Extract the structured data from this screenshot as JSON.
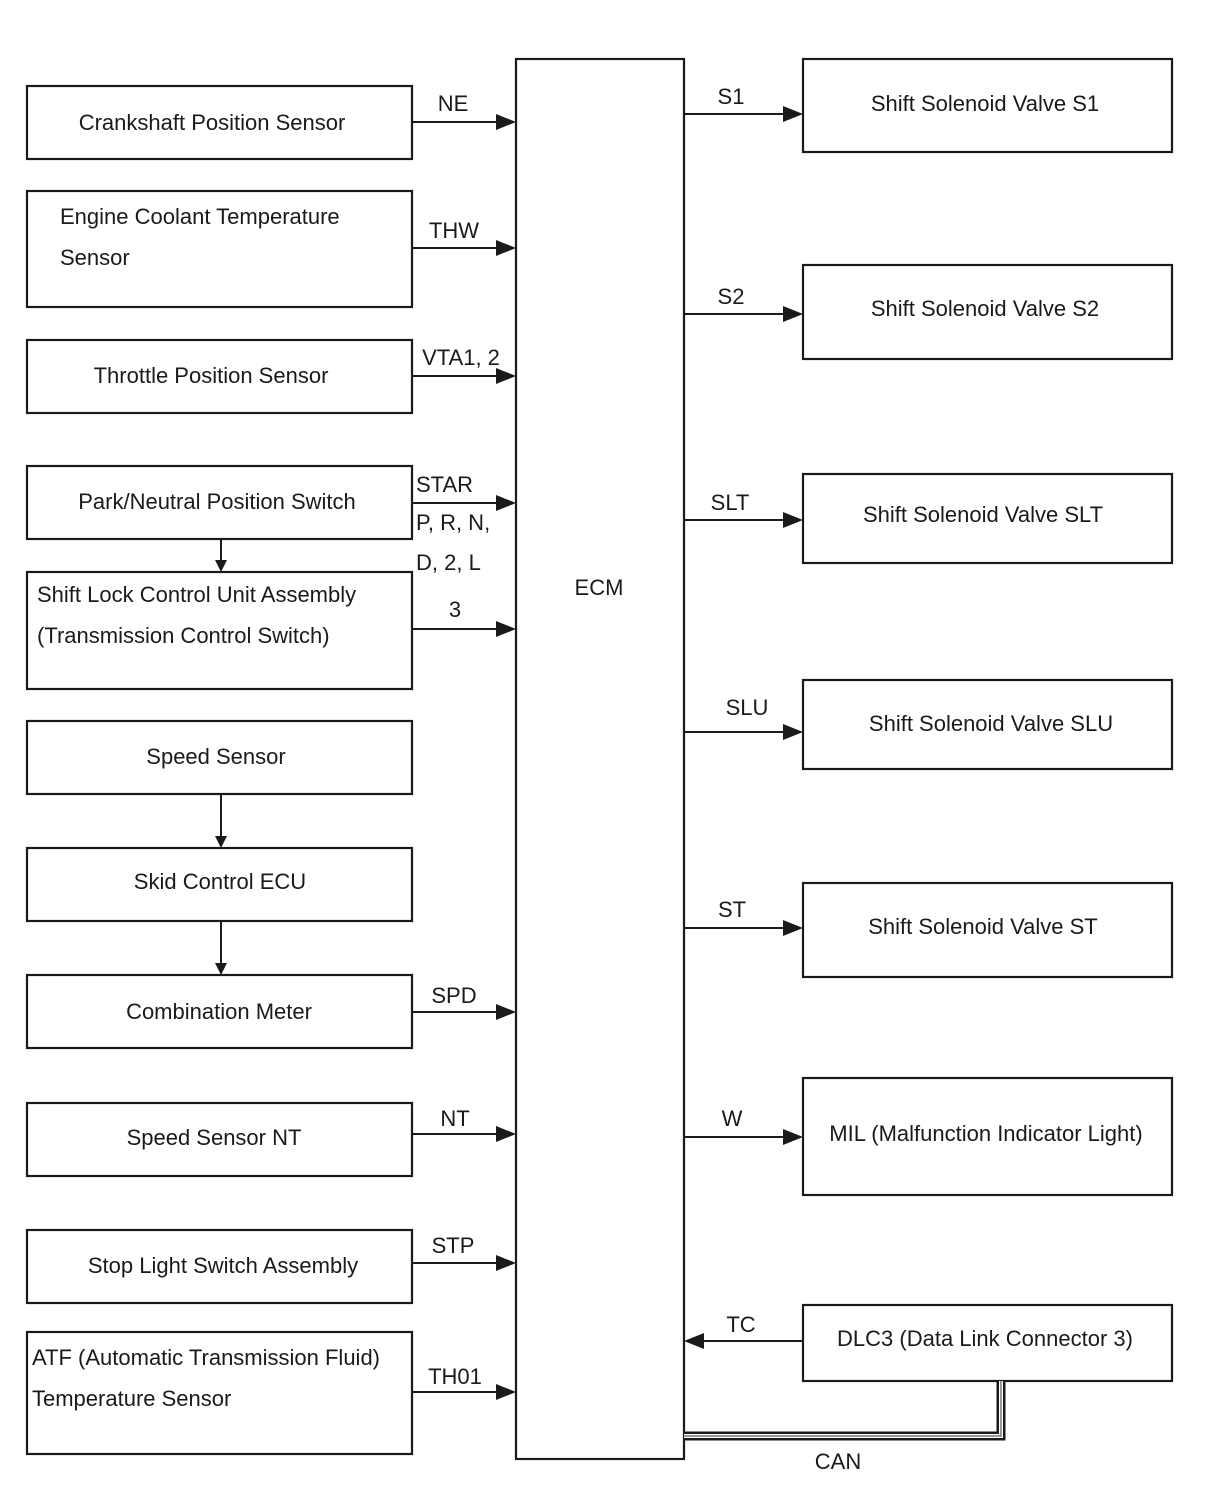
{
  "ecm": {
    "label": "ECM"
  },
  "inputs": [
    {
      "id": "crankshaft",
      "lines": [
        "Crankshaft Position Sensor"
      ],
      "signal": [
        "NE"
      ]
    },
    {
      "id": "coolant",
      "lines": [
        "Engine Coolant Temperature",
        "Sensor"
      ],
      "signal": [
        "THW"
      ]
    },
    {
      "id": "throttle",
      "lines": [
        "Throttle Position Sensor"
      ],
      "signal": [
        "VTA1, 2"
      ]
    },
    {
      "id": "park-neutral",
      "lines": [
        "Park/Neutral Position Switch"
      ],
      "signal": [
        "STAR",
        "P, R, N,",
        "D, 2, L"
      ]
    },
    {
      "id": "shift-lock",
      "lines": [
        "Shift Lock Control Unit Assembly",
        "(Transmission Control Switch)"
      ],
      "signal": [
        "3"
      ]
    },
    {
      "id": "speed-sensor",
      "lines": [
        "Speed Sensor"
      ],
      "signal": []
    },
    {
      "id": "skid-ecu",
      "lines": [
        "Skid Control ECU"
      ],
      "signal": []
    },
    {
      "id": "combination-meter",
      "lines": [
        "Combination Meter"
      ],
      "signal": [
        "SPD"
      ]
    },
    {
      "id": "speed-sensor-nt",
      "lines": [
        "Speed Sensor NT"
      ],
      "signal": [
        "NT"
      ]
    },
    {
      "id": "stop-light",
      "lines": [
        "Stop Light Switch Assembly"
      ],
      "signal": [
        "STP"
      ]
    },
    {
      "id": "atf-temp",
      "lines": [
        "ATF (Automatic Transmission Fluid)",
        "Temperature Sensor"
      ],
      "signal": [
        "TH01"
      ]
    }
  ],
  "outputs": [
    {
      "id": "s1",
      "lines": [
        "Shift Solenoid Valve S1"
      ],
      "signal": "S1"
    },
    {
      "id": "s2",
      "lines": [
        "Shift Solenoid Valve S2"
      ],
      "signal": "S2"
    },
    {
      "id": "slt",
      "lines": [
        "Shift Solenoid Valve SLT"
      ],
      "signal": "SLT"
    },
    {
      "id": "slu",
      "lines": [
        "Shift Solenoid Valve SLU"
      ],
      "signal": "SLU"
    },
    {
      "id": "st",
      "lines": [
        "Shift Solenoid Valve ST"
      ],
      "signal": "ST"
    },
    {
      "id": "mil",
      "lines": [
        "MIL (Malfunction Indicator Light)"
      ],
      "signal": "W"
    },
    {
      "id": "dlc3",
      "lines": [
        "DLC3 (Data Link Connector 3)"
      ],
      "signal": "TC"
    }
  ],
  "bus": {
    "label": "CAN"
  }
}
